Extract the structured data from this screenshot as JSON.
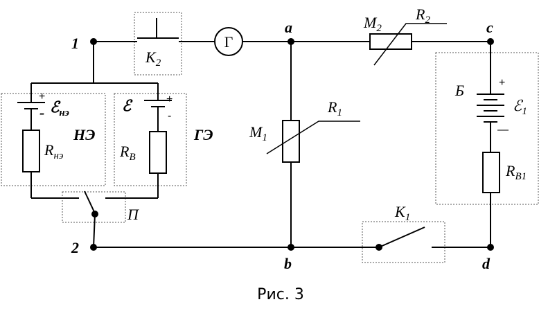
{
  "nodes": {
    "n1": "1",
    "n2": "2",
    "a": "a",
    "b": "b",
    "c": "c",
    "d": "d"
  },
  "components": {
    "galvanometer": "Г",
    "k2": {
      "main": "K",
      "sub": "2"
    },
    "k1": {
      "main": "K",
      "sub": "1"
    },
    "m2": {
      "main": "M",
      "sub": "2"
    },
    "r2": {
      "main": "R",
      "sub": "2"
    },
    "m1": {
      "main": "M",
      "sub": "1"
    },
    "r1": {
      "main": "R",
      "sub": "1"
    },
    "battery": "Б",
    "e1": {
      "main": "ℰ",
      "sub": "1"
    },
    "rv1": {
      "main": "R",
      "sub": "B1"
    },
    "ene": {
      "main": "ℰ",
      "sub": "нэ"
    },
    "rne": {
      "main": "R",
      "sub": "нэ"
    },
    "ne": "НЭ",
    "e_ge": "ℰ",
    "rv": {
      "main": "R",
      "sub": "B"
    },
    "ge": "ГЭ",
    "switch_p": "П"
  },
  "signs": {
    "plus": "+",
    "minus": "-",
    "long_minus": "—"
  },
  "caption": "Рис. 3"
}
